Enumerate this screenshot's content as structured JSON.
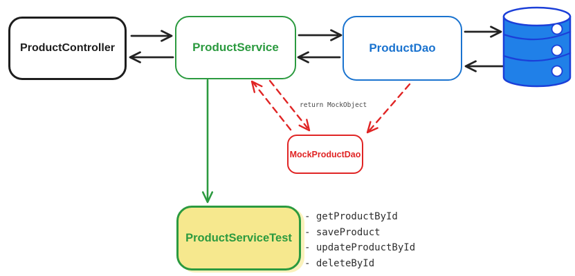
{
  "diagram": {
    "nodes": {
      "product_controller": {
        "label": "ProductController",
        "color": "#1d1d1d"
      },
      "product_service": {
        "label": "ProductService",
        "color": "#2b9a3f"
      },
      "product_dao": {
        "label": "ProductDao",
        "color": "#1a73cf"
      },
      "mock_product_dao": {
        "label": "MockProductDao",
        "color": "#e02424"
      },
      "product_service_test": {
        "label": "ProductServiceTest",
        "color": "#2b9a3f",
        "fill": "#f6e88e"
      }
    },
    "database_icon": {
      "name": "database-icon",
      "fill": "#2080e8",
      "stroke": "#1b3fd8",
      "window_fill": "#ffffff"
    },
    "annotation": {
      "text": "return MockObject",
      "color": "#474747"
    },
    "method_list": {
      "items": [
        "- getProductById",
        "- saveProduct",
        "- updateProductById",
        "- deleteById"
      ]
    },
    "colors": {
      "arrow_black": "#222222",
      "arrow_green": "#2b9a3f",
      "arrow_red": "#e02424"
    }
  }
}
